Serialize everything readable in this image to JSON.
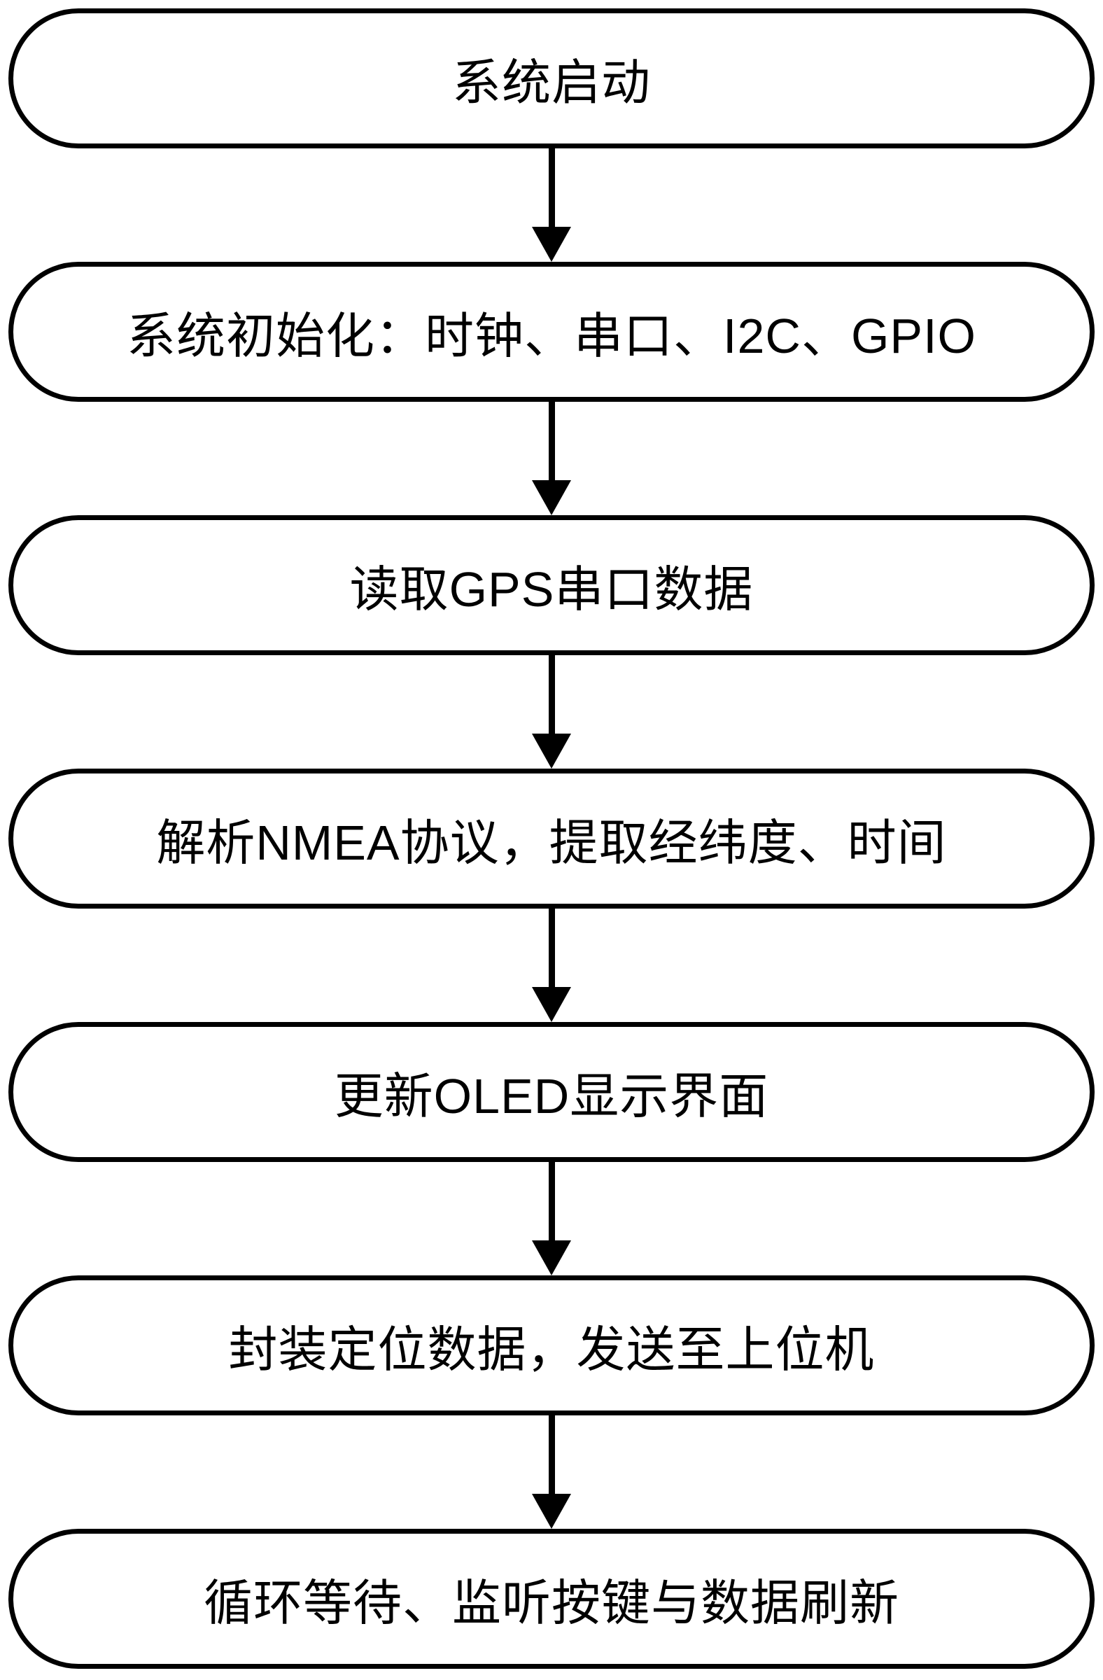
{
  "diagram": {
    "type": "flowchart",
    "direction": "top-down",
    "colors": {
      "background": "#ffffff",
      "node_fill": "#ffffff",
      "node_border": "#000000",
      "text": "#000000",
      "arrow": "#000000"
    },
    "nodes": [
      {
        "label": "系统启动"
      },
      {
        "label": "系统初始化：时钟、串口、I2C、GPIO"
      },
      {
        "label": "读取GPS串口数据"
      },
      {
        "label": "解析NMEA协议，提取经纬度、时间"
      },
      {
        "label": "更新OLED显示界面"
      },
      {
        "label": "封装定位数据，发送至上位机"
      },
      {
        "label": "循环等待、监听按键与数据刷新"
      }
    ],
    "edges": [
      {
        "from": 0,
        "to": 1
      },
      {
        "from": 1,
        "to": 2
      },
      {
        "from": 2,
        "to": 3
      },
      {
        "from": 3,
        "to": 4
      },
      {
        "from": 4,
        "to": 5
      },
      {
        "from": 5,
        "to": 6
      }
    ]
  }
}
